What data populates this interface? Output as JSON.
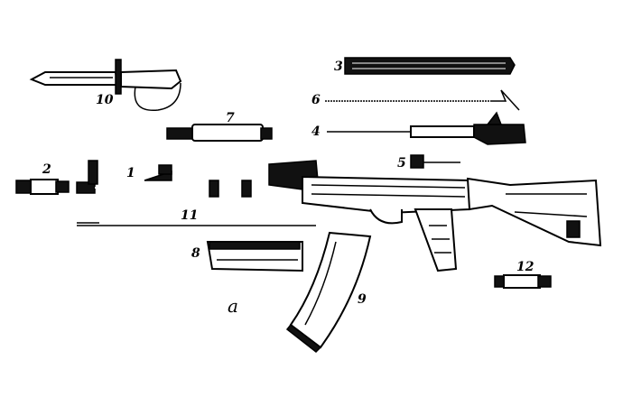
{
  "figure": {
    "sub_label": "а",
    "parts": [
      {
        "number": "1"
      },
      {
        "number": "2"
      },
      {
        "number": "3"
      },
      {
        "number": "4"
      },
      {
        "number": "5"
      },
      {
        "number": "6"
      },
      {
        "number": "7"
      },
      {
        "number": "8"
      },
      {
        "number": "9"
      },
      {
        "number": "10"
      },
      {
        "number": "11"
      },
      {
        "number": "12"
      }
    ]
  }
}
